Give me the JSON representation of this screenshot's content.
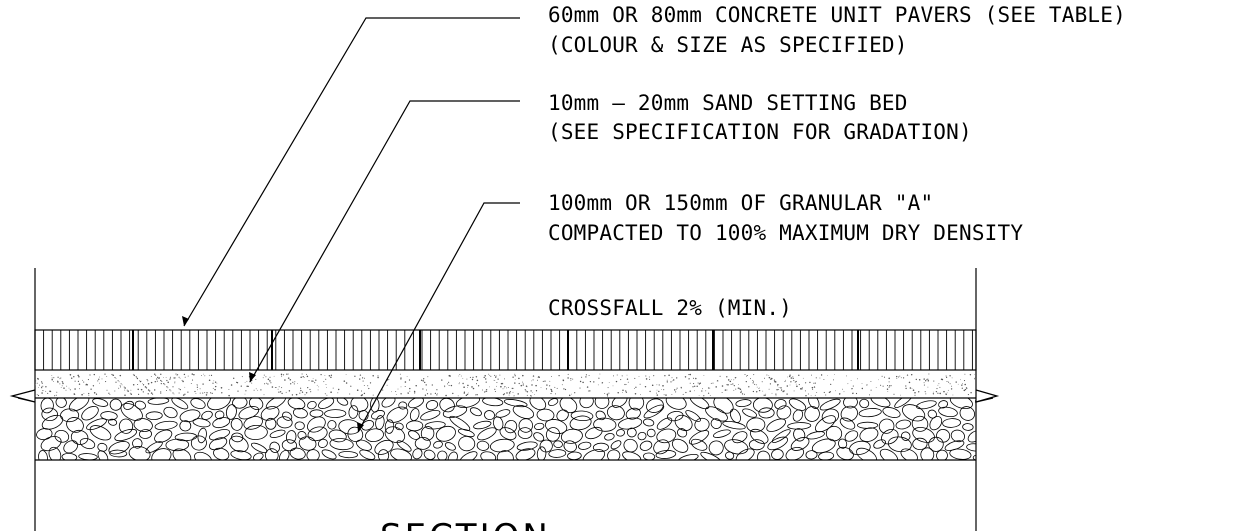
{
  "callouts": [
    {
      "id": "pavers",
      "lines": [
        "60mm OR 80mm CONCRETE UNIT PAVERS (SEE TABLE)",
        "(COLOUR & SIZE AS SPECIFIED)"
      ]
    },
    {
      "id": "sand",
      "lines": [
        "10mm – 20mm SAND SETTING BED",
        "(SEE SPECIFICATION FOR GRADATION)"
      ]
    },
    {
      "id": "granular",
      "lines": [
        "100mm OR 150mm OF GRANULAR \"A\"",
        "COMPACTED TO 100% MAXIMUM DRY DENSITY"
      ]
    }
  ],
  "crossfall_label": "CROSSFALL 2% (MIN.)",
  "section_title": "SECTION"
}
